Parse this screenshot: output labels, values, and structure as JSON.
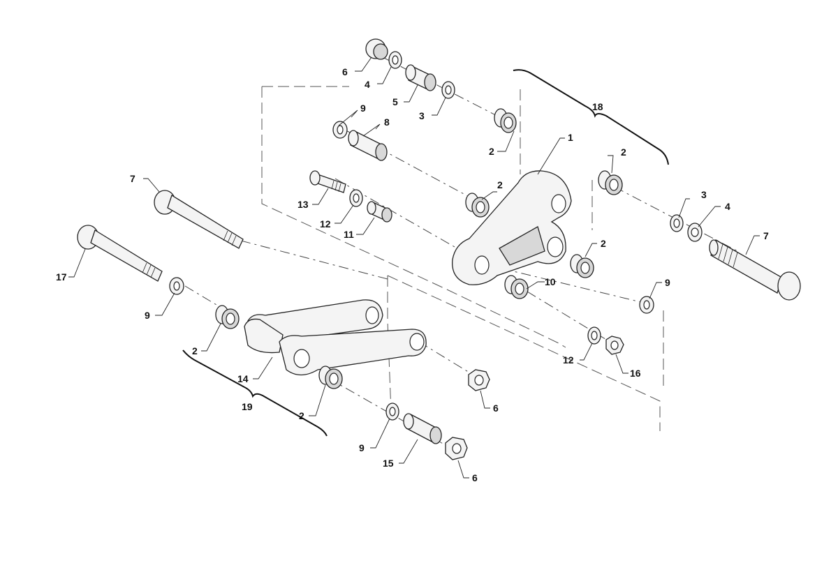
{
  "diagram": {
    "callouts": {
      "c1": "1",
      "c2a": "2",
      "c2b": "2",
      "c2c": "2",
      "c2d": "2",
      "c2e": "2",
      "c2f": "2",
      "c3a": "3",
      "c3b": "3",
      "c4a": "4",
      "c4b": "4",
      "c5": "5",
      "c6a": "6",
      "c6b": "6",
      "c6c": "6",
      "c7a": "7",
      "c7b": "7",
      "c8": "8",
      "c9a": "9",
      "c9b": "9",
      "c9c": "9",
      "c9d": "9",
      "c10": "10",
      "c11": "11",
      "c12a": "12",
      "c12b": "12",
      "c13": "13",
      "c14": "14",
      "c15": "15",
      "c16": "16",
      "c17": "17",
      "c18": "18",
      "c19": "19"
    }
  }
}
